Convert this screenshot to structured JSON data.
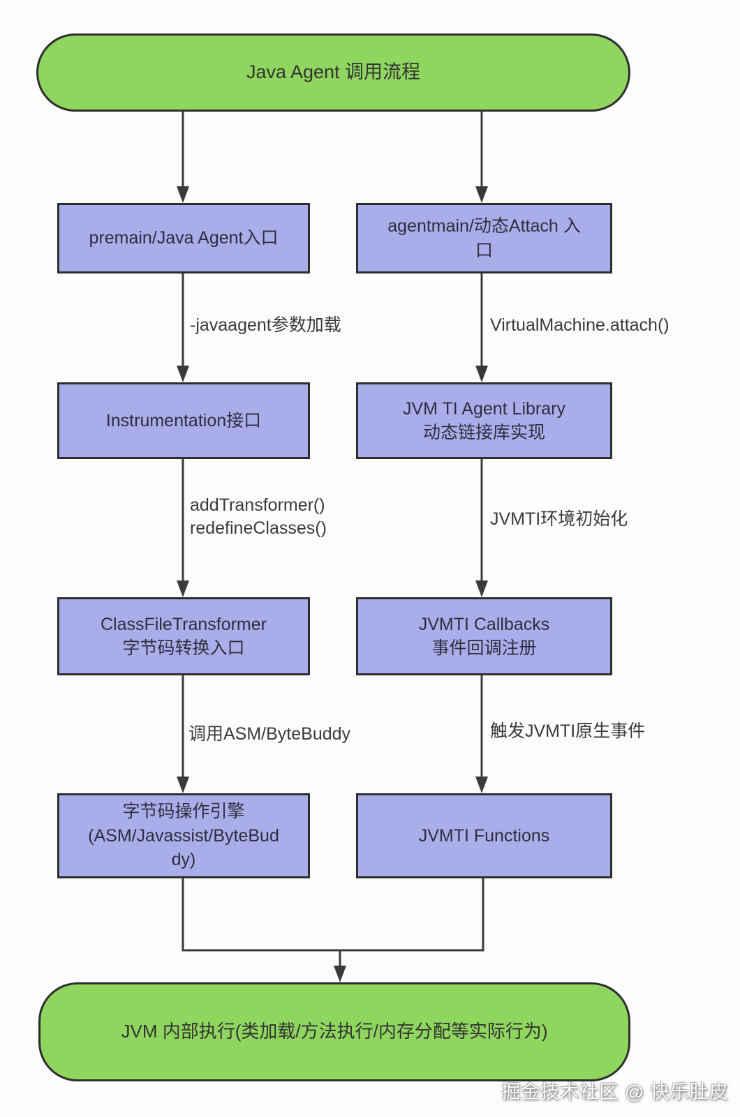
{
  "diagram": {
    "nodes": {
      "start": {
        "label": "Java Agent 调用流程"
      },
      "premain": {
        "label": "premain/Java Agent入口"
      },
      "agentmain": {
        "label": "agentmain/动态Attach 入\n口"
      },
      "instrumentation": {
        "label": "Instrumentation接口"
      },
      "jvmti_agent_library": {
        "label": "JVM TI Agent Library\n动态链接库实现"
      },
      "class_file_transformer": {
        "label": "ClassFileTransformer\n字节码转换入口"
      },
      "jvmti_callbacks": {
        "label": "JVMTI Callbacks\n事件回调注册"
      },
      "bytecode_engine": {
        "label": "字节码操作引擎\n(ASM/Javassist/ByteBud\ndy)"
      },
      "jvmti_functions": {
        "label": "JVMTI Functions"
      },
      "jvm_internal": {
        "label": "JVM 内部执行(类加载/方法执行/内存分配等实际行为)"
      }
    },
    "edge_labels": {
      "javaagent_param": "-javaagent参数加载",
      "vm_attach": "VirtualMachine.attach()",
      "add_transformer": "addTransformer()\nredefineClasses()",
      "jvmti_init": "JVMTI环境初始化",
      "call_asm": "调用ASM/ByteBuddy",
      "trigger_native_events": "触发JVMTI原生事件"
    },
    "colors": {
      "terminal_fill": "#8fd65f",
      "process_fill": "#a9aeeb",
      "border": "#2e2e2e",
      "line": "#3a3a3a"
    },
    "watermark": "掘金技术社区 @ 快乐肚皮"
  }
}
